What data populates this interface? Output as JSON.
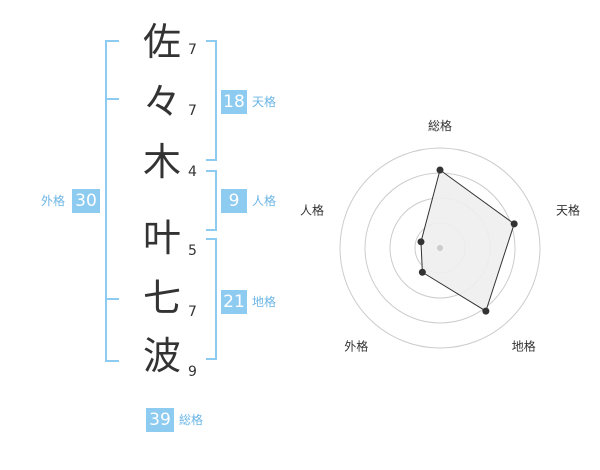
{
  "name": [
    {
      "char": "佐",
      "strokes": "7"
    },
    {
      "char": "々",
      "strokes": "7"
    },
    {
      "char": "木",
      "strokes": "4"
    },
    {
      "char": "叶",
      "strokes": "5"
    },
    {
      "char": "七",
      "strokes": "7"
    },
    {
      "char": "波",
      "strokes": "9"
    }
  ],
  "fortunes": {
    "tenkaku": {
      "label": "天格",
      "value": "18"
    },
    "jinkaku": {
      "label": "人格",
      "value": "9"
    },
    "chikaku": {
      "label": "地格",
      "value": "21"
    },
    "gaikaku": {
      "label": "外格",
      "value": "30"
    },
    "soukaku": {
      "label": "総格",
      "value": "39"
    }
  },
  "colors": {
    "accent": "#8ecbf1",
    "label": "#6bb5e6",
    "text": "#333333",
    "grid": "#cccccc",
    "fill": "#eeeeee"
  },
  "chart_data": {
    "type": "radar",
    "axes": [
      "総格",
      "天格",
      "地格",
      "外格",
      "人格"
    ],
    "values": [
      0.78,
      0.78,
      0.78,
      0.3,
      0.2
    ],
    "rings": 4,
    "max": 1
  }
}
